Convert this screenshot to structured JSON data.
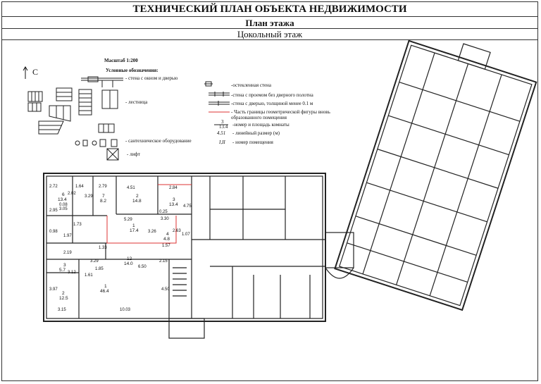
{
  "header": {
    "title": "ТЕХНИЧЕСКИЙ ПЛАН ОБЪЕКТА НЕДВИЖИМОСТИ",
    "subtitle": "План этажа",
    "floor_name": "Цокольный этаж"
  },
  "compass": {
    "label": "С"
  },
  "legend": {
    "scale": "Масштаб 1:200",
    "heading": "Условные обозначения:",
    "items": {
      "wall_window_door": "- стена с окном и дверью",
      "stairs": "- лестница",
      "sanitary": "- сантехническое оборудование",
      "lift": "- лифт",
      "glazed_wall": "-остекленная стена",
      "wall_opening": "-стена с проемом без дверного полотна",
      "thin_wall": "-стена с дверью, толщиной менее 0.1 м",
      "boundary": "- Часть границы геометрической фигуры вновь образованного помещения",
      "room_num_area": "-номер и площадь комнаты",
      "linear_size": "- линейный размер (м)",
      "premise_num": "- номер помещения"
    },
    "samples": {
      "room_num": "3",
      "room_area": "13.4",
      "linear": "4.51",
      "premise": "I,II"
    }
  },
  "plan": {
    "rooms": [
      {
        "num": "6",
        "area": "13.4"
      },
      {
        "num": "7",
        "area": "8.2"
      },
      {
        "num": "2",
        "area": "14.8"
      },
      {
        "num": "3",
        "area": "13.4"
      },
      {
        "num": "1",
        "area": "17.4"
      },
      {
        "num": "4",
        "area": "4.8"
      },
      {
        "num": "12",
        "area": "14.0"
      },
      {
        "num": "1",
        "area": "46.4"
      },
      {
        "num": "2",
        "area": "12.5"
      },
      {
        "num": "3",
        "area": "5.7"
      }
    ],
    "dims": [
      "2.72",
      "1.64",
      "3.29",
      "2.79",
      "4.51",
      "2.84",
      "4.75",
      "2.95",
      "2.02",
      "0.08",
      "3.05",
      "5.29",
      "0.25",
      "3.26",
      "3.30",
      "1.57",
      "1.07",
      "1.73",
      "0.98",
      "2.63",
      "1.97",
      "6.50",
      "2.15",
      "2.19",
      "3.29",
      "1.61",
      "3.97",
      "4.50",
      "3.15",
      "10.03",
      "1.85",
      "3.12",
      "1.33"
    ]
  }
}
